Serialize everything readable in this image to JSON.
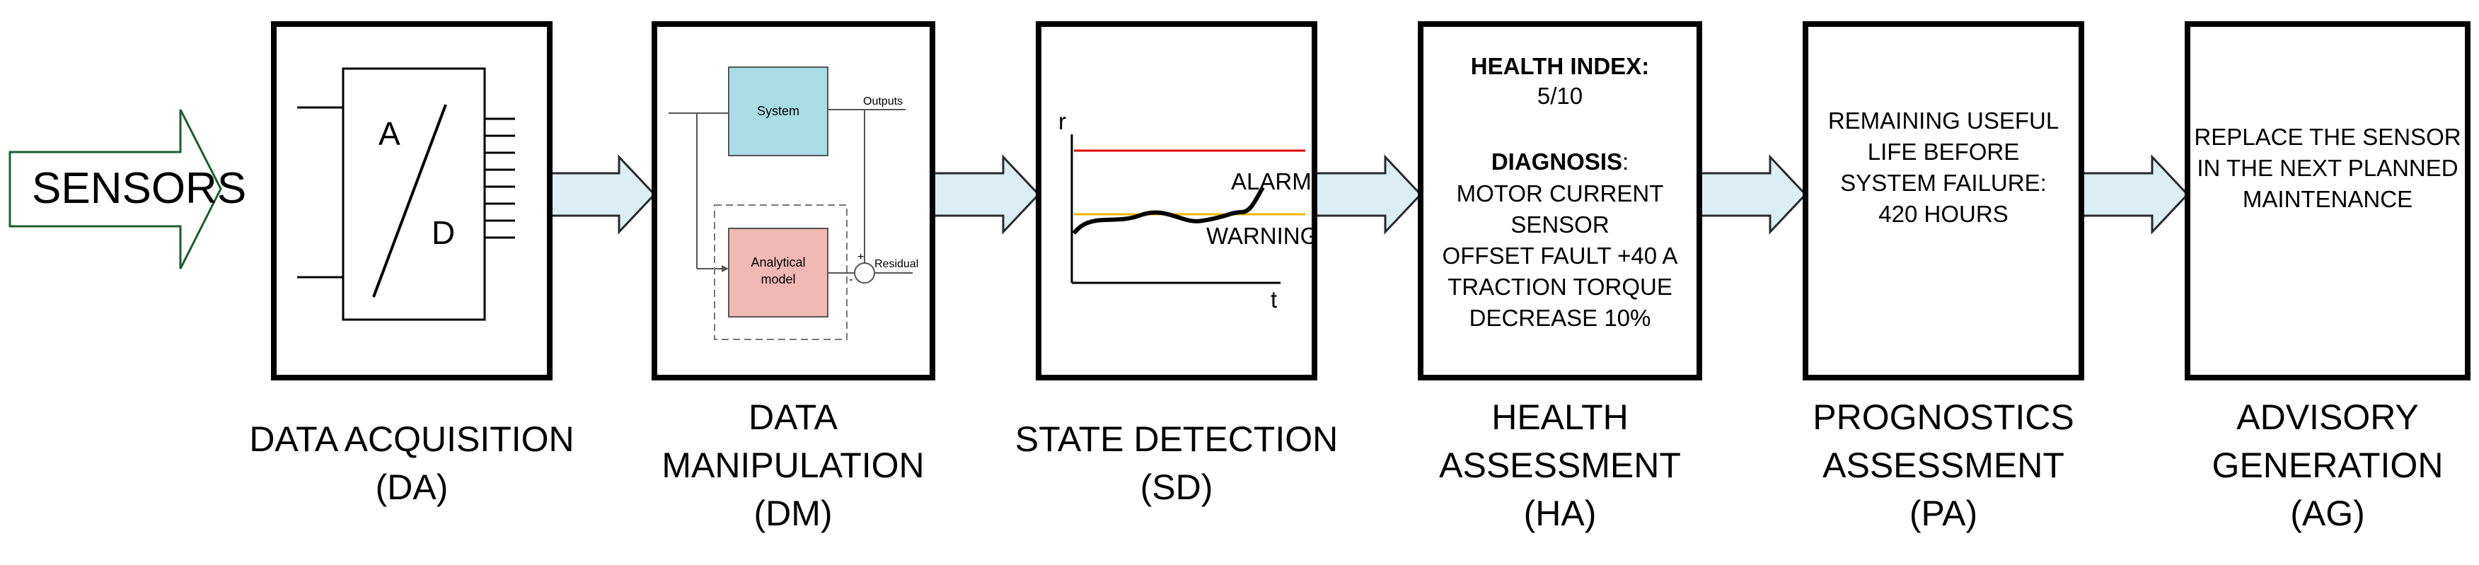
{
  "input": {
    "label": "SENSORS"
  },
  "stages": [
    {
      "caption_lines": [
        "DATA ACQUISITION",
        "(DA)"
      ],
      "ad_a": "A",
      "ad_d": "D"
    },
    {
      "caption_lines": [
        "DATA",
        "MANIPULATION",
        "(DM)"
      ],
      "system_label": "System",
      "model_lines": [
        "Analytical",
        "model"
      ],
      "outputs_label": "Outputs",
      "residual_label": "Residual"
    },
    {
      "caption_lines": [
        "STATE DETECTION",
        "(SD)"
      ],
      "axis_y": "r",
      "axis_x": "t",
      "alarm_label": "ALARM",
      "warning_label": "WARNING"
    },
    {
      "caption_lines": [
        "HEALTH",
        "ASSESSMENT",
        "(HA)"
      ],
      "health_title": "HEALTH INDEX:",
      "health_value": "5/10",
      "diagnosis_title": "DIAGNOSIS",
      "diagnosis_lines": [
        "MOTOR CURRENT",
        "SENSOR",
        "OFFSET FAULT +40 A",
        "TRACTION TORQUE",
        "DECREASE 10%"
      ]
    },
    {
      "caption_lines": [
        "PROGNOSTICS",
        "ASSESSMENT",
        "(PA)"
      ],
      "text_lines": [
        "REMAINING USEFUL",
        "LIFE BEFORE",
        "SYSTEM FAILURE:",
        "420 HOURS"
      ]
    },
    {
      "caption_lines": [
        "ADVISORY",
        "GENERATION",
        "(AG)"
      ],
      "text_lines": [
        "REPLACE THE SENSOR",
        "IN THE NEXT PLANNED",
        "MAINTENANCE"
      ]
    }
  ],
  "colors": {
    "arrow_fill": "#daeef3",
    "sensors_text": "#1f5c2e",
    "sensors_border": "#1f5c2e",
    "system_fill": "#a9dde6",
    "model_fill": "#f2b8b4",
    "alarm_line": "#e00000",
    "warning_line": "#f0b400"
  }
}
